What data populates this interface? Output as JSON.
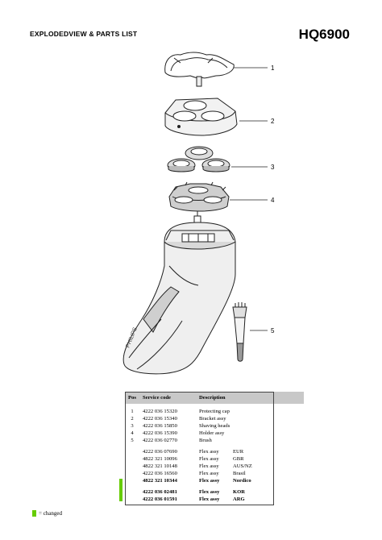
{
  "header": {
    "section_title": "EXPLODEDVIEW & PARTS LIST",
    "model": "HQ6900"
  },
  "callouts": [
    "1",
    "2",
    "3",
    "4",
    "5"
  ],
  "brand_mark": "PHILIPS",
  "table": {
    "headers": {
      "pos": "Pos",
      "code": "Service code",
      "desc": "Description"
    },
    "parts": [
      {
        "pos": "1",
        "code": "4222 036 15320",
        "desc": "Protecting cap"
      },
      {
        "pos": "2",
        "code": "4222 036 15340",
        "desc": "Bracket assy"
      },
      {
        "pos": "3",
        "code": "4222 036 15850",
        "desc": "Shaving heads"
      },
      {
        "pos": "4",
        "code": "4222 036 15390",
        "desc": "Holder assy"
      },
      {
        "pos": "5",
        "code": "4222 036 02770",
        "desc": "Brush"
      }
    ],
    "flex": [
      {
        "code": "4222 036 07690",
        "desc": "Flex assy",
        "region": "EUR"
      },
      {
        "code": "4822 321 10096",
        "desc": "Flex assy",
        "region": "GBR"
      },
      {
        "code": "4822 321 10148",
        "desc": "Flex assy",
        "region": "AUS/NZ"
      },
      {
        "code": "4222 036 16560",
        "desc": "Flex assy",
        "region": "Brasil"
      },
      {
        "code": "4822 321 10344",
        "desc": "Flex assy",
        "region": "Nordico"
      }
    ],
    "flex_changed": [
      {
        "code": "4222 036 02481",
        "desc": "Flex assy",
        "region": "KOR"
      },
      {
        "code": "4222 036 01591",
        "desc": "Flex assy",
        "region": "ARG"
      }
    ]
  },
  "legend": {
    "text": "= changed",
    "color": "#66cc00"
  }
}
